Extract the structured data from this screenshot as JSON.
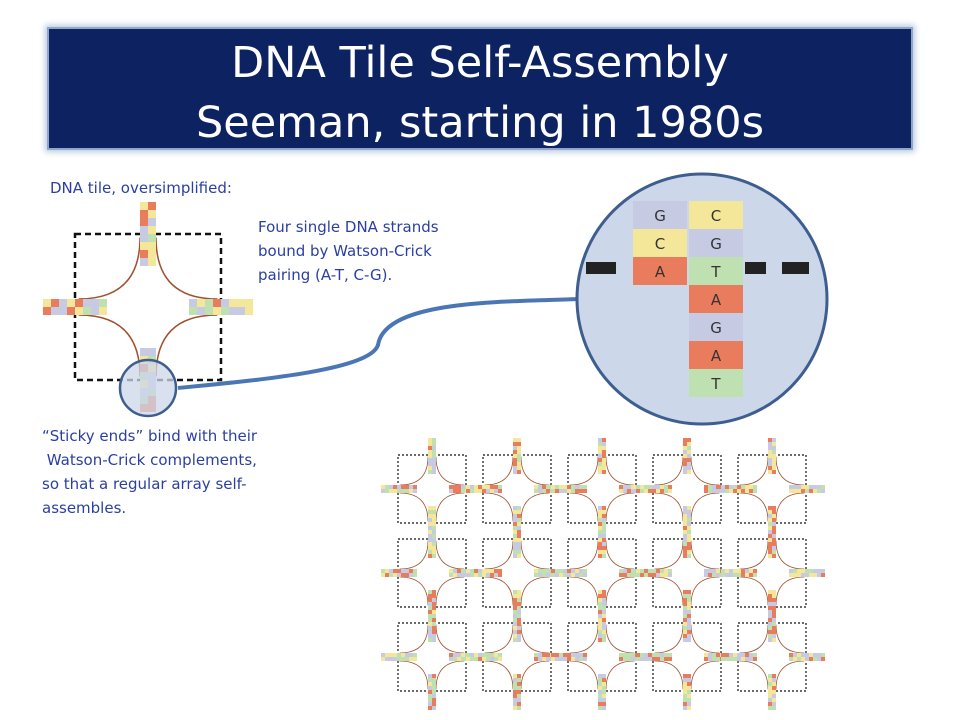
{
  "title": {
    "line1": "DNA Tile Self-Assembly",
    "line2": "Seeman, starting in 1980s"
  },
  "tile_caption": "DNA tile, oversimplified:",
  "strands_caption": [
    "Four single DNA strands",
    "bound by Watson-Crick",
    "pairing (A-T, C-G)."
  ],
  "sticky_caption": [
    "“Sticky ends” bind with their",
    " Watson-Crick complements,",
    "so that a regular array self-",
    "assembles."
  ],
  "zoom": {
    "left_column": [
      "G",
      "C",
      "A"
    ],
    "right_column": [
      "C",
      "G",
      "T",
      "A",
      "G",
      "A",
      "T"
    ]
  },
  "array": {
    "rows": 3,
    "cols": 5
  },
  "colors": {
    "title_bg": "#0d2260",
    "caption_text": "#2b3fa3",
    "zoom_fill": "#ccd7ea",
    "zoom_stroke": "#3d5e8f",
    "connector": "#4a76b5",
    "base_G": "#c6cbe3",
    "base_C": "#f5e79a",
    "base_A": "#ea7c5e",
    "base_T": "#bfe0b0",
    "strand": "#a0522d"
  }
}
